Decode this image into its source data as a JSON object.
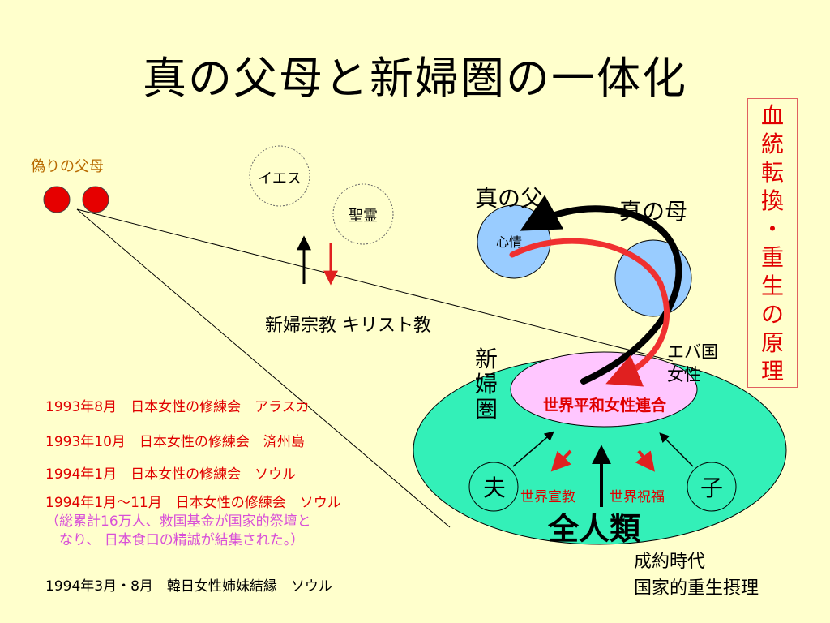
{
  "title": "真の父母と新婦圏の一体化",
  "side_box": [
    "血",
    "統",
    "転",
    "換",
    "・",
    "重",
    "生",
    "の",
    "原",
    "理"
  ],
  "false_parents": "偽りの父母",
  "jesus": "イエス",
  "holy_spirit": "聖霊",
  "religion": "新婦宗教 キリスト教",
  "true_father": "真の父",
  "true_mother": "真の母",
  "heart": "心情",
  "bride_sphere": [
    "新",
    "婦",
    "圏"
  ],
  "eva_nation": [
    "エバ国",
    "女性"
  ],
  "federation": "世界平和女性連合",
  "world_mission": "世界宣教",
  "world_blessing": "世界祝福",
  "husband": "夫",
  "child": "子",
  "mankind": "全人類",
  "era": [
    "成約時代",
    "国家的重生摂理"
  ],
  "events": [
    "1993年8月　日本女性の修練会　アラスカ",
    "1993年10月　日本女性の修練会　済州島",
    "1994年1月　日本女性の修練会　ソウル"
  ],
  "event_long": {
    "line1": "1994年1月～11月　日本女性の修練会　ソウル",
    "line2": "（総累計16万人、救国基金が国家的祭壇と",
    "line3": "　なり、 日本食口の精誠が結集された。）"
  },
  "event_last": "1994年3月・8月　韓日女性姉妹結縁　ソウル",
  "colors": {
    "background": "#ffffcc",
    "accent_red": "#e00000",
    "outer_ellipse": "#33f0b8",
    "inner_ellipse": "#ffc6ff",
    "true_parent_circle": "#99ccff",
    "false_parent_circle": "#e60000"
  }
}
